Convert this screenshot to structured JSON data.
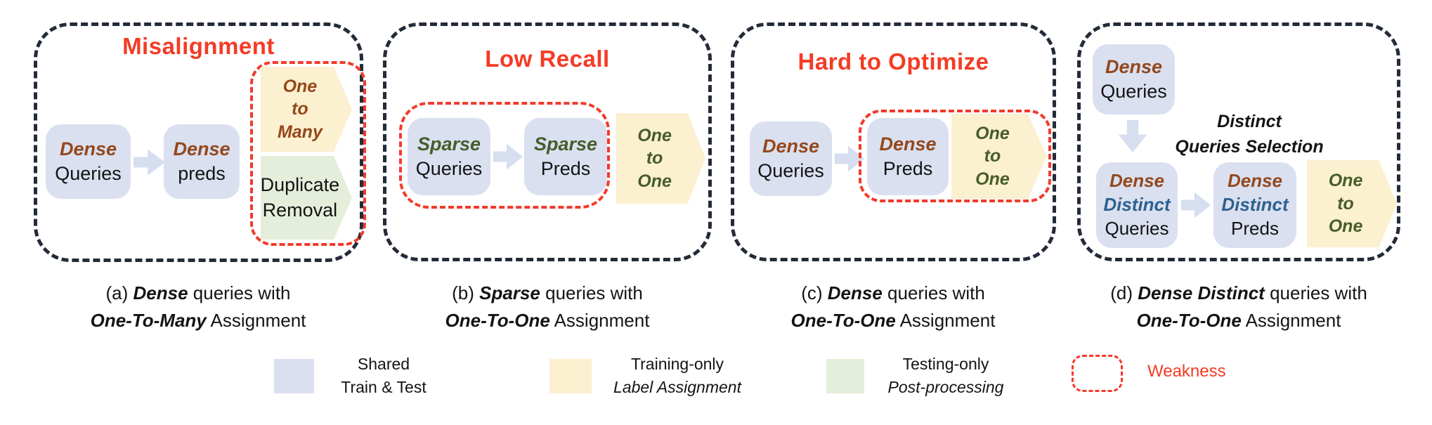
{
  "figure": {
    "type": "method-comparison-diagram",
    "topic": "query assignment schemes for detection models"
  },
  "colors": {
    "shared_fill": "#dae0f0",
    "training_fill": "#fbf0cf",
    "testing_fill": "#e5eedb",
    "arrow_fill": "#d6def0",
    "title_red": "#f43b25",
    "weakness_red": "#f23a2b",
    "dense_brown": "#94481c",
    "sparse_green": "#475d2b",
    "distinct_blue": "#2e618e",
    "panel_border": "#232b38"
  },
  "panels": {
    "a": {
      "title": "Misalignment",
      "box1": {
        "line1": "Dense",
        "line2": "Queries"
      },
      "box2": {
        "line1": "Dense",
        "line2": "preds"
      },
      "chevron": {
        "line1": "One",
        "line2": "to",
        "line3": "Many"
      },
      "postprocess": {
        "line1": "Duplicate",
        "line2": "Removal"
      }
    },
    "b": {
      "title": "Low Recall",
      "box1": {
        "line1": "Sparse",
        "line2": "Queries"
      },
      "box2": {
        "line1": "Sparse",
        "line2": "Preds"
      },
      "chevron": {
        "line1": "One",
        "line2": "to",
        "line3": "One"
      }
    },
    "c": {
      "title": "Hard to Optimize",
      "box1": {
        "line1": "Dense",
        "line2": "Queries"
      },
      "box2": {
        "line1": "Dense",
        "line2": "Preds"
      },
      "chevron": {
        "line1": "One",
        "line2": "to",
        "line3": "One"
      }
    },
    "d": {
      "box0": {
        "line1": "Dense",
        "line2": "Queries"
      },
      "selection": {
        "line1": "Distinct",
        "line2": "Queries Selection"
      },
      "box1": {
        "line1": "Dense",
        "line2": "Distinct",
        "line3": "Queries"
      },
      "box2": {
        "line1": "Dense",
        "line2": "Distinct",
        "line3": "Preds"
      },
      "chevron": {
        "line1": "One",
        "line2": "to",
        "line3": "One"
      }
    }
  },
  "captions": {
    "a": {
      "index": "(a)",
      "emph1": "Dense",
      "rest1": "queries with",
      "emph2": "One-To-Many",
      "rest2": "Assignment"
    },
    "b": {
      "index": "(b)",
      "emph1": "Sparse",
      "rest1": "queries with",
      "emph2": "One-To-One",
      "rest2": "Assignment"
    },
    "c": {
      "index": "(c)",
      "emph1": "Dense",
      "rest1": "queries with",
      "emph2": "One-To-One",
      "rest2": "Assignment"
    },
    "d": {
      "index": "(d)",
      "emph1": "Dense Distinct",
      "rest1": "queries with",
      "emph2": "One-To-One",
      "rest2": "Assignment"
    }
  },
  "legend": {
    "shared": {
      "line1": "Shared",
      "line2": "Train & Test"
    },
    "training": {
      "line1": "Training-only",
      "line2": "Label Assignment"
    },
    "testing": {
      "line1": "Testing-only",
      "line2": "Post-processing"
    },
    "weakness": {
      "label": "Weakness"
    }
  }
}
